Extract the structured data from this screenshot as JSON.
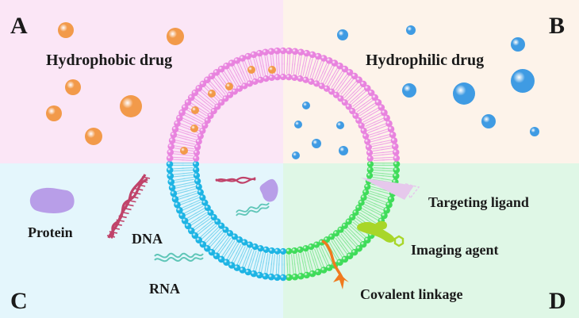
{
  "panels": {
    "a": {
      "letter": "A",
      "label": "Hydrophobic drug",
      "color": "#fbe6f6"
    },
    "b": {
      "letter": "B",
      "label": "Hydrophilic drug",
      "color": "#fdf3ea"
    },
    "c": {
      "letter": "C",
      "items": [
        "Protein",
        "DNA",
        "RNA"
      ],
      "color": "#e4f6fc"
    },
    "d": {
      "letter": "D",
      "items": [
        "Targeting ligand",
        "Imaging agent",
        "Covalent linkage"
      ],
      "color": "#dff7e6"
    }
  },
  "colors": {
    "drug_hydrophobic": "#f29a4a",
    "drug_hydrophilic": "#3f9be3",
    "lipid_pink": "#e883de",
    "lipid_blue": "#1db4e4",
    "lipid_green": "#3fdc5a",
    "tail_pink": "#f0a6e6",
    "tail_blue": "#7ed6f0",
    "tail_green": "#8fe9a0",
    "protein": "#b89ee8",
    "dna": "#c0436a",
    "rna": "#5fc6b8",
    "ligand": "#e6c8ec",
    "imaging": "#a8d629",
    "linkage": "#f07a1e"
  }
}
